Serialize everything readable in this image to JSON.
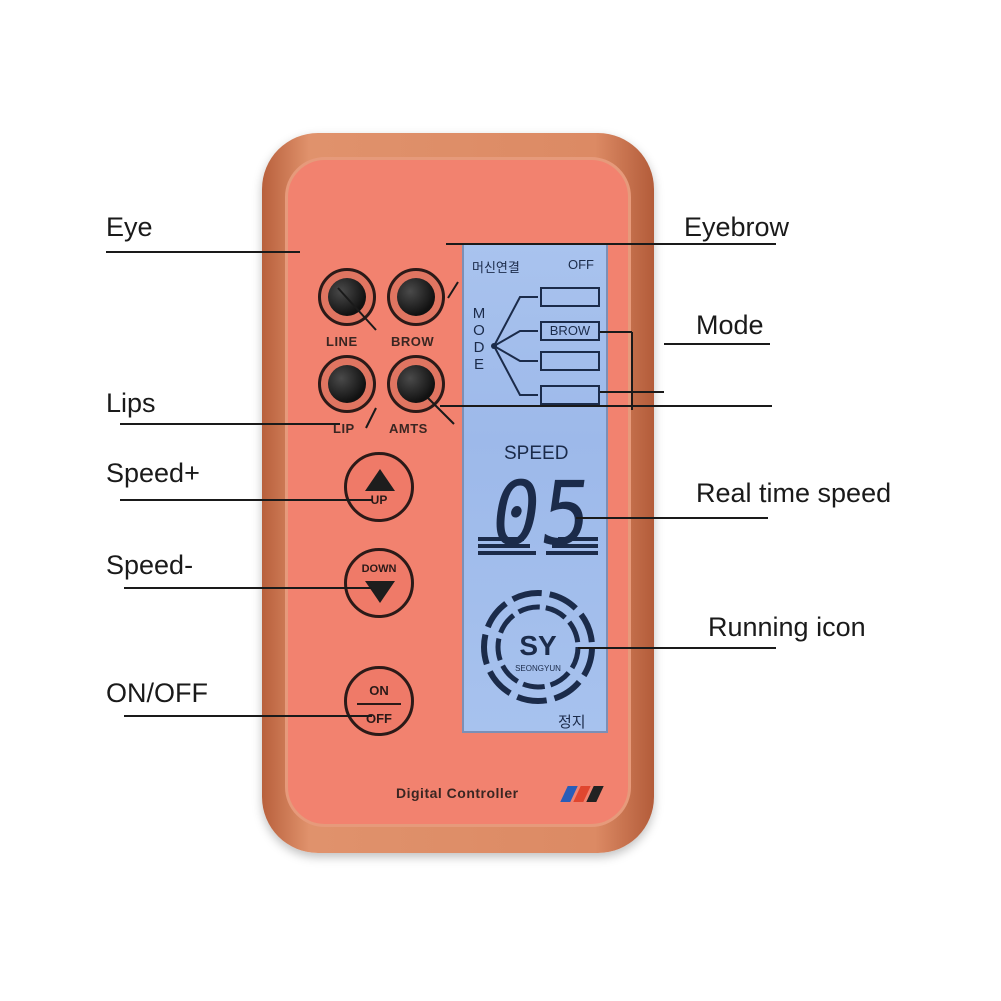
{
  "callouts": {
    "eye": "Eye",
    "eyebrow": "Eyebrow",
    "mode": "Mode",
    "lips": "Lips",
    "speed_plus": "Speed+",
    "speed_minus": "Speed-",
    "real_time_speed": "Real time speed",
    "running_icon": "Running icon",
    "on_off": "ON/OFF"
  },
  "buttons": {
    "line": "LINE",
    "brow": "BROW",
    "lip": "LIP",
    "amts": "AMTS",
    "up": "UP",
    "down": "DOWN",
    "on": "ON",
    "off": "OFF"
  },
  "lcd": {
    "connection": "머신연결",
    "status": "OFF",
    "mode_letters": [
      "M",
      "O",
      "D",
      "E"
    ],
    "mode_selected": "BROW",
    "speed_label": "SPEED",
    "speed_value": "05",
    "logo": "SY",
    "brand": "SEONGYUN",
    "stop": "정지"
  },
  "footer": {
    "label": "Digital Controller",
    "stripe_colors": [
      "#2a5db8",
      "#e0462f",
      "#222222"
    ]
  },
  "colors": {
    "device_body": "#f2826f",
    "device_rim": "#dc8a64",
    "lcd_background": "#a9c3ee",
    "lcd_ink": "#1b2b4a"
  }
}
